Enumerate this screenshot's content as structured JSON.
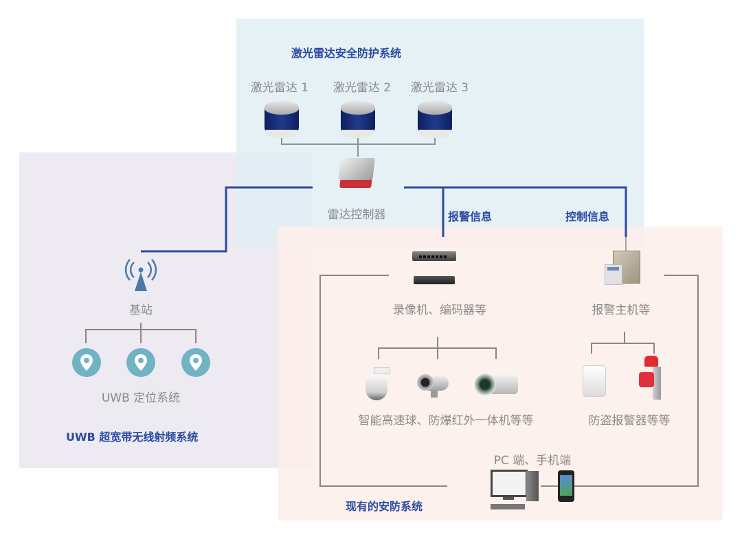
{
  "colors": {
    "title_blue": "#2b4aa0",
    "wire_blue": "#2b4aa0",
    "wire_gray": "#8c8488",
    "label_gray": "#8a8a8a",
    "uwb_region": "#ece8f1",
    "lidar_region": "#e1eef4",
    "security_region": "#fdeeea",
    "pin_teal": "#6fb3c4"
  },
  "lidar_system": {
    "title": "激光雷达安全防护系统",
    "lidars": [
      {
        "label": "激光雷达 1",
        "icon": "lidar-sensor-icon"
      },
      {
        "label": "激光雷达 2",
        "icon": "lidar-sensor-icon"
      },
      {
        "label": "激光雷达 3",
        "icon": "lidar-sensor-icon"
      }
    ],
    "controller": {
      "label": "雷达控制器",
      "icon": "radar-controller-icon"
    },
    "alarm_info_label": "报警信息",
    "control_info_label": "控制信息"
  },
  "uwb_system": {
    "title": "UWB 超宽带无线射频系统",
    "base_station": {
      "label": "基站",
      "icon": "base-station-icon"
    },
    "positioning": {
      "label": "UWB 定位系统",
      "pins": [
        "location-pin-icon",
        "location-pin-icon",
        "location-pin-icon"
      ]
    }
  },
  "security_system": {
    "title": "现有的安防系统",
    "recorder": {
      "label": "录像机、编码器等",
      "icons": [
        "nvr-icon",
        "encoder-icon"
      ]
    },
    "alarm_host": {
      "label": "报警主机等",
      "icon": "alarm-host-icon"
    },
    "cameras": {
      "label": "智能高速球、防爆红外一体机等等",
      "icons": [
        "dome-camera-icon",
        "bullet-camera-icon",
        "explosion-proof-camera-icon"
      ]
    },
    "detectors": {
      "label": "防盗报警器等等",
      "icons": [
        "pir-detector-icon",
        "siren-icon"
      ]
    },
    "terminals": {
      "label": "PC 端、手机端",
      "icons": [
        "pc-icon",
        "phone-icon"
      ]
    }
  }
}
